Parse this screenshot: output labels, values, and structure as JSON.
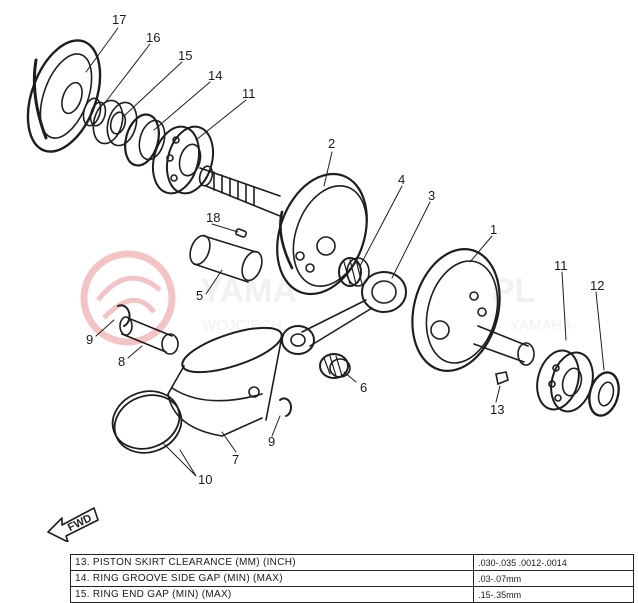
{
  "watermark": {
    "brand": "YAMA",
    "brand_suffix": "PL",
    "subtitle_left": "WOJCIECH",
    "subtitle_right": "YAMAHA",
    "logo_color": "#e05a5a"
  },
  "callouts": [
    "17",
    "16",
    "15",
    "14",
    "11",
    "2",
    "4",
    "3",
    "1",
    "18",
    "5",
    "9",
    "8",
    "6",
    "11",
    "12",
    "13",
    "7",
    "9",
    "10"
  ],
  "fwd_label": "FWD",
  "spec_table": [
    {
      "label": "13.  PISTON SKIRT CLEARANCE (MM) (INCH)",
      "value": ".030-.035  .0012-.0014"
    },
    {
      "label": "14.  RING GROOVE SIDE GAP (MIN) (MAX)",
      "value": ".03-.07mm"
    },
    {
      "label": "15.  RING END GAP (MIN) (MAX)",
      "value": ".15-.35mm"
    }
  ]
}
